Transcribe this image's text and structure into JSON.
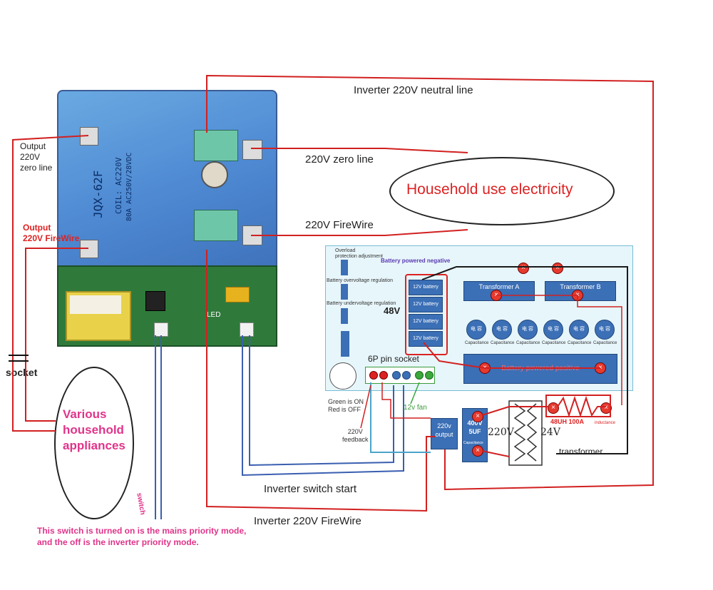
{
  "relay": {
    "model": "JQX-62F",
    "coil": "COIL: AC220V",
    "rating": "80A AC250V/28VDC"
  },
  "labels": {
    "neutral_top": "Inverter 220V neutral line",
    "zero_line": "220V zero line",
    "household": "Household use electricity",
    "firewire": "220V FireWire",
    "output_zero": "Output\n220V\nzero line",
    "output_fire": "Output\n220V FireWire",
    "socket": "socket",
    "various": "Various\nhousehold\nappliances",
    "switch_start": "Inverter switch start",
    "firewire_bottom": "Inverter 220V FireWire",
    "switch": "switch",
    "note": "This switch is turned on is the mains priority mode,\nand the off is the inverter priority mode.",
    "led": "LED"
  },
  "board": {
    "overload": "Overload\nprotection adjustment",
    "overvoltage": "Battery overvoltage regulation",
    "undervoltage": "Battery undervoltage regulation",
    "battery_negative": "Battery powered negative",
    "battery_positive": "Battery powered positive",
    "volt48": "48V",
    "battery": "12V battery",
    "transformer_a": "Transformer A",
    "transformer_b": "Transformer B",
    "capacitance": "Capacitance",
    "cap_chars": "电 容",
    "six_pin": "6P pin socket",
    "fan": "12v fan",
    "green_red": "Green is ON\nRed is OFF",
    "feedback": "220V\nfeedback",
    "out220": "220v\noutput",
    "cap400": "400V\n5UF",
    "cap400_sub": "Capacitance",
    "v220": "220V",
    "v24": "24V",
    "transformer": "transformer",
    "inductance_val": "48UH 100A",
    "inductance": "inductance"
  },
  "colors": {
    "wire_red": "#d22020",
    "wire_blue": "#3a5fb0",
    "wire_black": "#1a1a1a",
    "relay_blue": "#4a8fd8",
    "accent_pink": "#e0348a"
  }
}
